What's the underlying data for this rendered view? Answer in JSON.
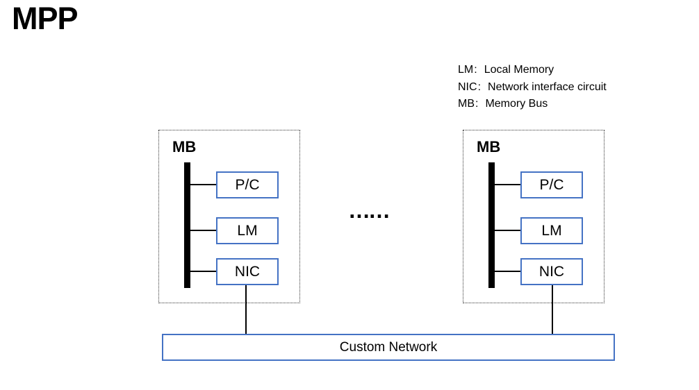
{
  "title": "MPP",
  "legend": {
    "colon": ":",
    "items": [
      {
        "abbr": "LM",
        "desc": "Local Memory"
      },
      {
        "abbr": "NIC",
        "desc": "Network interface circuit"
      },
      {
        "abbr": "MB",
        "desc": "Memory Bus"
      }
    ]
  },
  "nodes": [
    {
      "bus_label": "MB",
      "components": [
        "P/C",
        "LM",
        "NIC"
      ]
    },
    {
      "bus_label": "MB",
      "components": [
        "P/C",
        "LM",
        "NIC"
      ]
    }
  ],
  "ellipsis": "……",
  "network": {
    "label": "Custom Network"
  },
  "colors": {
    "accent-blue": "#4472C4",
    "bus-black": "#000000",
    "border-dotted": "#333333"
  }
}
